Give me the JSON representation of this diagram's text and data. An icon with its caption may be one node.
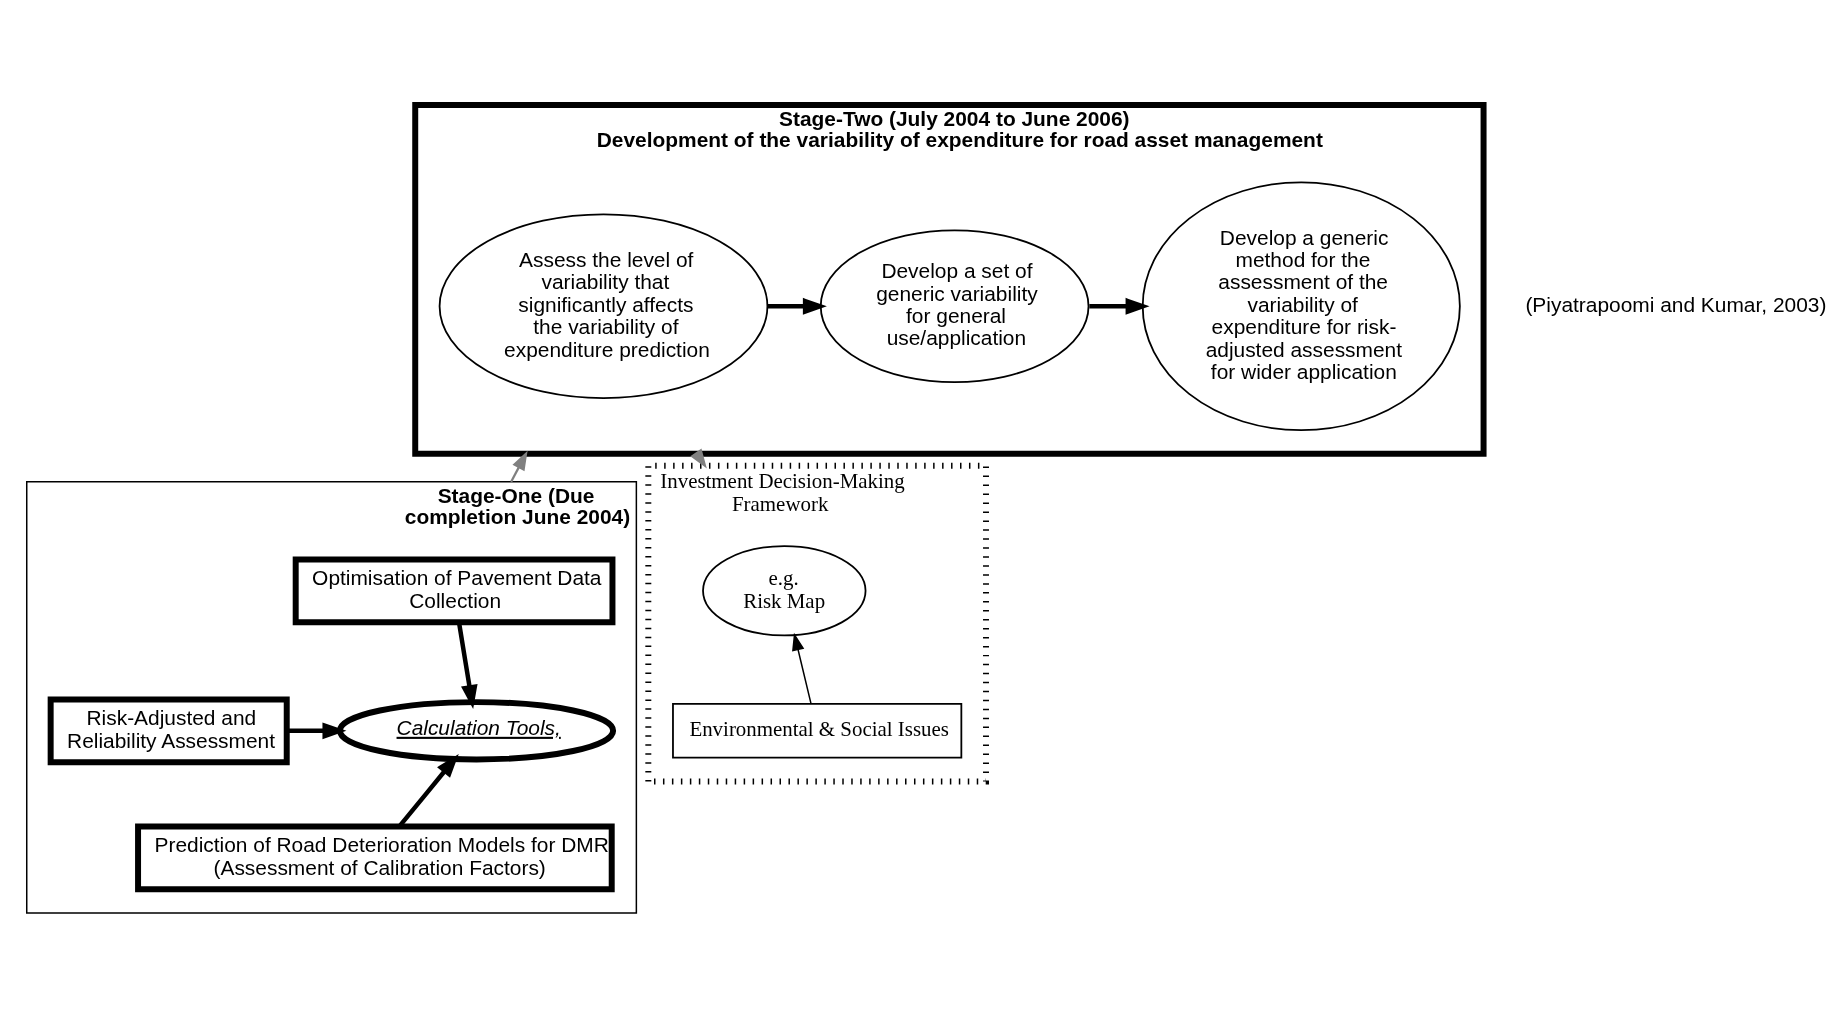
{
  "diagram": {
    "nodes": [
      {
        "text": [
          "Stage-Two (July 2004 to June 2006)",
          "Development of the variability of expenditure for road asset management"
        ]
      },
      {
        "text": [
          "Assess the level of variability that significantly affects the variability of expenditure prediction"
        ],
        "in": 0
      },
      {
        "text": [
          "Develop a set of generic variability for general use/application"
        ],
        "in": 0
      },
      {
        "text": [
          "Develop a generic method for the assessment of the variability of expenditure for risk-adjusted assessment for wider application"
        ],
        "in": 0
      },
      {
        "text": [
          "Stage-One (Due completion June 2004)"
        ]
      },
      {
        "text": [
          "Optimisation of Pavement Data Collection"
        ],
        "in": 4
      },
      {
        "text": [
          "Risk-Adjusted and Reliability Assessment"
        ],
        "in": 4
      },
      {
        "text": [
          "Calculation Tools,"
        ],
        "in": 4
      },
      {
        "text": [
          "Prediction of Road Deterioration Models for DMR (Assessment of Calibration Factors)"
        ],
        "in": 4
      },
      {
        "text": [
          "Investment Decision-Making Framework"
        ]
      },
      {
        "text": [
          "e.g.",
          "Risk Map"
        ],
        "in": 9
      },
      {
        "text": [
          "Environmental & Social Issues"
        ],
        "in": 9
      }
    ],
    "edges": [
      {
        "from": 1,
        "to": 2,
        "arrow": "to"
      },
      {
        "from": 2,
        "to": 3,
        "arrow": "to"
      },
      {
        "from": 4,
        "to": 0,
        "arrow": "to",
        "color": "#808080"
      },
      {
        "from": 0,
        "to": 9,
        "arrow": "to",
        "color": "#808080"
      },
      {
        "from": 5,
        "to": 7,
        "arrow": "to"
      },
      {
        "from": 6,
        "to": 7,
        "arrow": "to"
      },
      {
        "from": 8,
        "to": 7,
        "arrow": "to"
      },
      {
        "from": 11,
        "to": 10,
        "arrow": "to"
      }
    ],
    "labels": [
      "(Piyatrapoomi and Kumar, 2003)"
    ]
  }
}
